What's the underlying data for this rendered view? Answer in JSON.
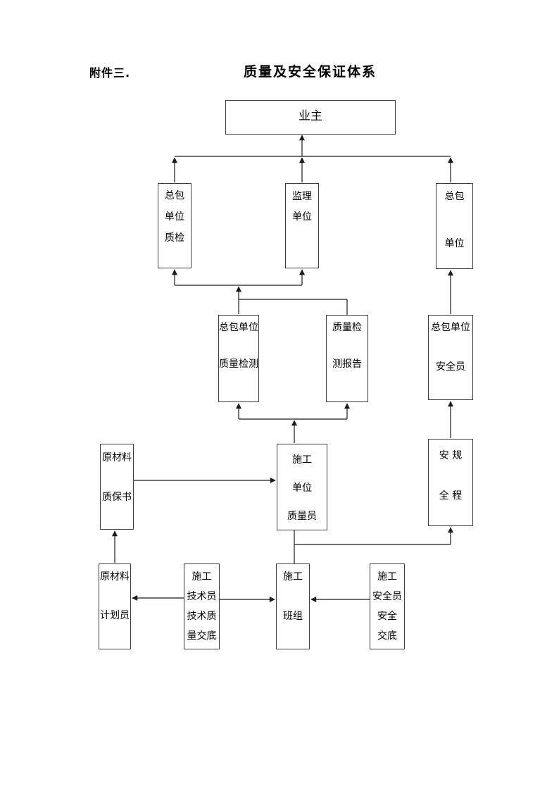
{
  "title": {
    "attachment": "附件三.",
    "heading": "质量及安全保证体系"
  },
  "boxes": {
    "owner": {
      "l1": "业主"
    },
    "zb_zhijian": {
      "l1": "总包",
      "l2": "单位",
      "l3": "质检"
    },
    "jianli": {
      "l1": "监理",
      "l2": "单位"
    },
    "zongbao": {
      "l1": "总包",
      "l2": "单位"
    },
    "zb_jiance": {
      "l1": "总包单位",
      "l2": "质量检测"
    },
    "jc_baogao": {
      "l1": "质量检",
      "l2": "测报告"
    },
    "zb_anquanyuan": {
      "l1": "总包单位",
      "l2": "安全员"
    },
    "zhibaoshu": {
      "l1": "原材料",
      "l2": "质保书"
    },
    "sg_zhiliangyuan": {
      "l1": "施工",
      "l2": "单位",
      "l3": "质量员"
    },
    "angui": {
      "l1": "安 规",
      "l2": "全 程"
    },
    "jihuayuan": {
      "l1": "原材料",
      "l2": "计划员"
    },
    "jishuyuan": {
      "l1": "施工",
      "l2": "技术员",
      "l3": "技术质",
      "l4": "量交底"
    },
    "banzu": {
      "l1": "施工",
      "l2": "班组"
    },
    "anquanyuan": {
      "l1": "施工",
      "l2": "安全员",
      "l3": "安全",
      "l4": "交底"
    }
  },
  "colors": {
    "background": "#ffffff",
    "text": "#000000",
    "box_border": "#3c3c3c",
    "connector_line": "#1a1a1a"
  }
}
